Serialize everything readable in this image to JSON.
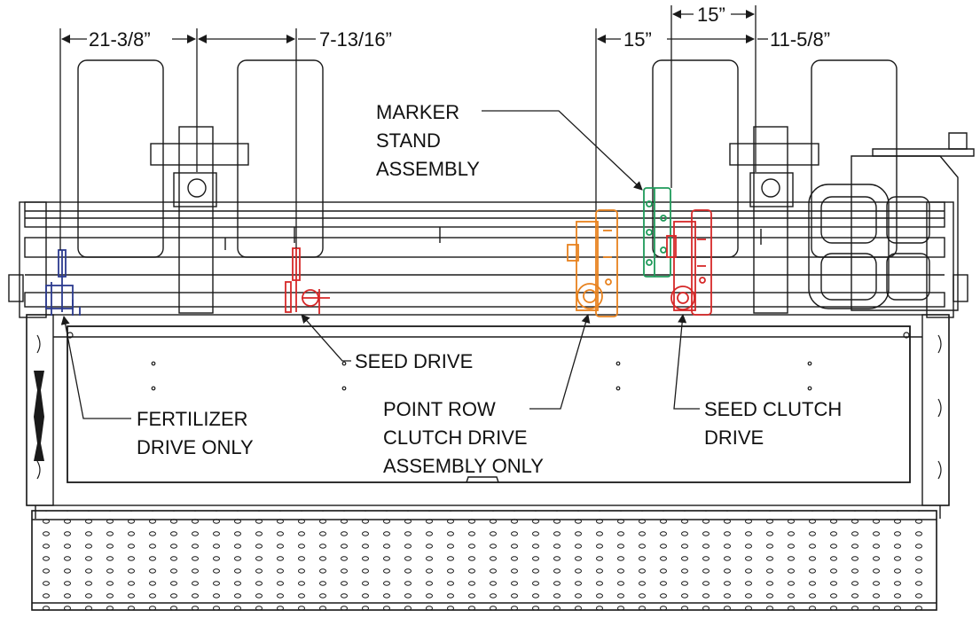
{
  "dimensions": {
    "d1": "21-3/8”",
    "d2": "7-13/16”",
    "d3": "15”",
    "d4": "15”",
    "d5": "11-5/8”"
  },
  "callouts": {
    "marker_stand": [
      "MARKER",
      "STAND",
      "ASSEMBLY"
    ],
    "seed_drive": [
      "SEED DRIVE"
    ],
    "fertilizer_drive": [
      "FERTILIZER",
      "DRIVE ONLY"
    ],
    "point_row": [
      "POINT ROW",
      "CLUTCH DRIVE",
      "ASSEMBLY ONLY"
    ],
    "seed_clutch": [
      "SEED CLUTCH",
      "DRIVE"
    ]
  },
  "colors": {
    "line": "#1a1a1a",
    "fertilizer_drive": "#2b3a8f",
    "seed_drive": "#d62828",
    "point_row_clutch": "#e8821e",
    "marker_stand": "#1f9a5a",
    "seed_clutch": "#d62828"
  }
}
